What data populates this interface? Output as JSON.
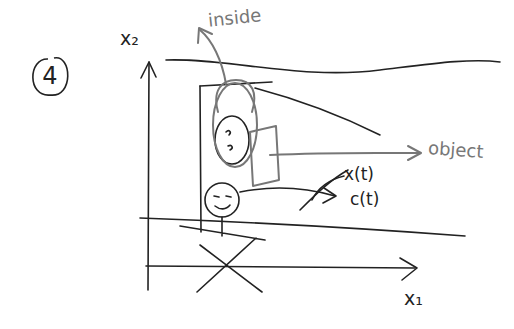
{
  "diagram": {
    "nodes": [
      {
        "text": [
          "4"
        ]
      }
    ],
    "labels": [
      "x₂",
      "inside",
      "object",
      "x(t)",
      "c(t)",
      "x₁"
    ]
  }
}
